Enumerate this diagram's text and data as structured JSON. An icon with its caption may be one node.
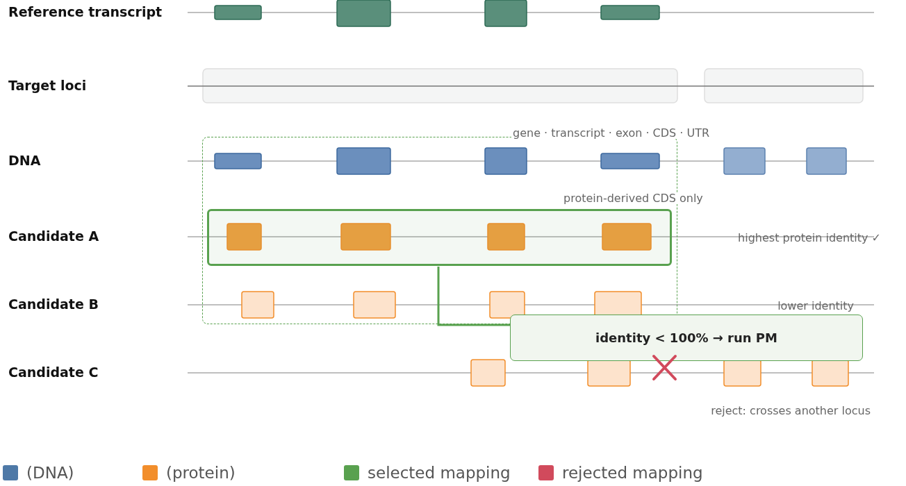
{
  "diagram": {
    "nodes": [
      {
        "text": [
          "gene · transcript · exon · CDS · UTR"
        ]
      },
      {
        "text": [
          "protein-derived CDS only"
        ],
        "in": 0
      },
      {
        "text": [
          "identity < 100% → run PM"
        ]
      }
    ],
    "edges": [
      {
        "from": 1,
        "to": 2,
        "arrow": "none"
      }
    ],
    "labels": [
      "Reference transcript",
      "Target loci",
      "DNA",
      "Candidate A",
      "highest protein identity ✓",
      "Candidate B",
      "lower identity",
      "Candidate C",
      "reject: crosses another locus"
    ],
    "legend": [
      {
        "text": "(DNA)",
        "color": "#4e79a7"
      },
      {
        "text": "(protein)",
        "color": "#f28e2b"
      },
      {
        "text": "selected mapping",
        "color": "#59a14f"
      },
      {
        "text": "rejected mapping",
        "color": "#d14a5c"
      }
    ]
  }
}
